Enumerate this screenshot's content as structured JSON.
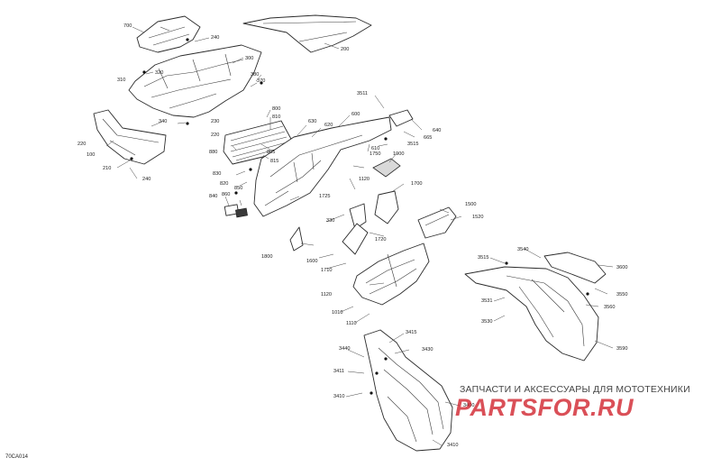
{
  "diagram_code": "70CA014",
  "watermark": {
    "line1": "ЗАПЧАСТИ И АКСЕССУАРЫ ДЛЯ МОТОТЕХНИКИ",
    "logo": "PARTSFOR.RU"
  },
  "callouts": [
    "700",
    "240",
    "320",
    "310",
    "300",
    "380",
    "370",
    "340",
    "230",
    "220",
    "220",
    "100",
    "210",
    "240",
    "200",
    "800",
    "810",
    "630",
    "620",
    "600",
    "880",
    "805",
    "815",
    "830",
    "820",
    "850",
    "840",
    "860",
    "3511",
    "640",
    "665",
    "3515",
    "610",
    "1750",
    "1900",
    "1120",
    "1700",
    "1725",
    "330",
    "1500",
    "1520",
    "1720",
    "1800",
    "1600",
    "1710",
    "1120",
    "1010",
    "1110",
    "3515",
    "3540",
    "3600",
    "3531",
    "3550",
    "3560",
    "3530",
    "3590",
    "3440",
    "3415",
    "3430",
    "3411",
    "3400",
    "3410",
    "3410"
  ],
  "colors": {
    "outline": "#2b2b2b",
    "logo_red": "#d0202a",
    "background": "#ffffff"
  }
}
